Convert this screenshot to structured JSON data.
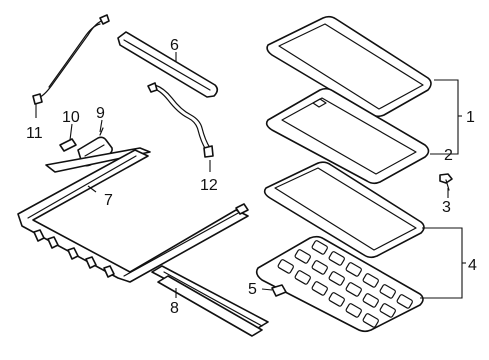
{
  "diagram": {
    "callouts": [
      {
        "id": "1",
        "label": "1"
      },
      {
        "id": "2",
        "label": "2"
      },
      {
        "id": "3",
        "label": "3"
      },
      {
        "id": "4",
        "label": "4"
      },
      {
        "id": "5",
        "label": "5"
      },
      {
        "id": "6",
        "label": "6"
      },
      {
        "id": "7",
        "label": "7"
      },
      {
        "id": "8",
        "label": "8"
      },
      {
        "id": "9",
        "label": "9"
      },
      {
        "id": "10",
        "label": "10"
      },
      {
        "id": "11",
        "label": "11"
      },
      {
        "id": "12",
        "label": "12"
      }
    ]
  }
}
